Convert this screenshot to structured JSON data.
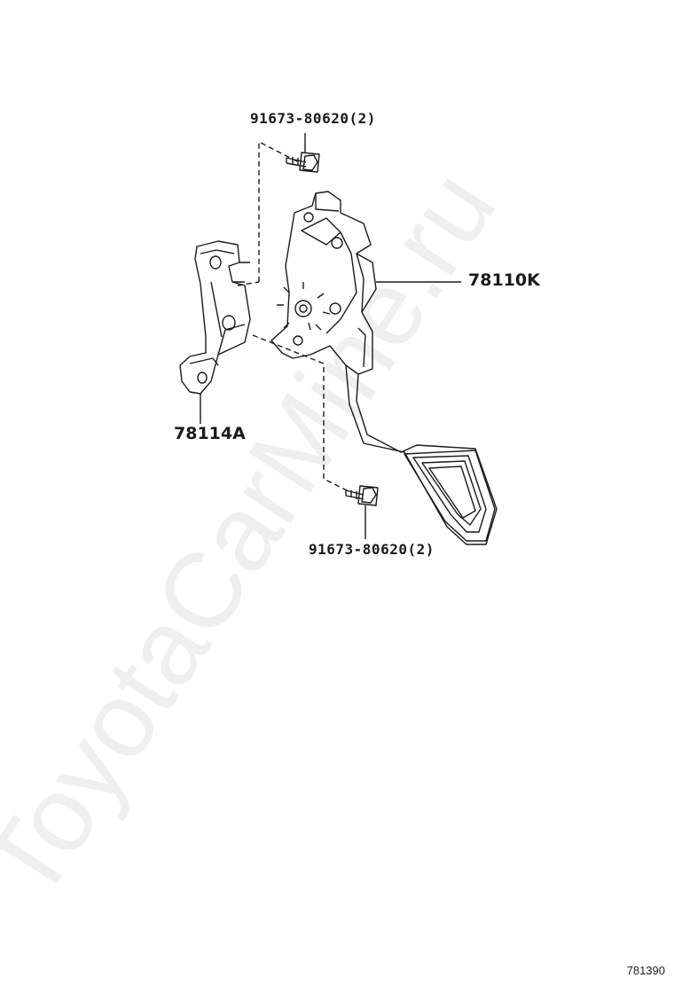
{
  "watermark": "ToyotaCarMine.ru",
  "diagram_ref": "781390",
  "callouts": {
    "bolt_top": "91673-80620(2)",
    "pedal": "78110K",
    "bracket": "78114A",
    "bolt_bottom": "91673-80620(2)"
  }
}
